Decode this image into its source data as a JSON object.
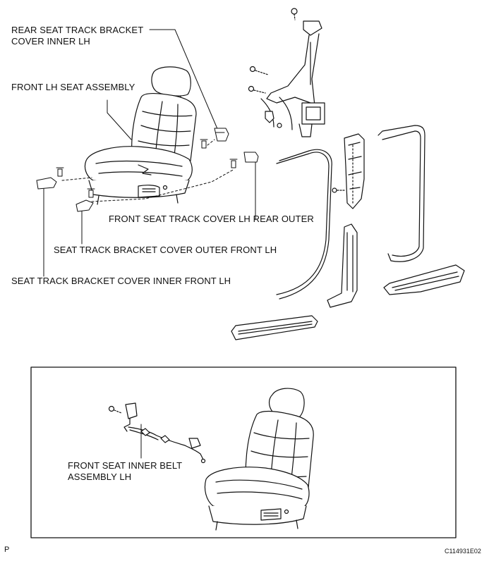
{
  "labels": {
    "rear_seat_track_bracket": [
      "REAR SEAT TRACK BRACKET",
      "COVER INNER LH"
    ],
    "front_lh_seat_assembly": "FRONT LH SEAT ASSEMBLY",
    "front_seat_track_cover": "FRONT SEAT TRACK COVER LH REAR OUTER",
    "seat_track_bracket_outer": "SEAT TRACK BRACKET COVER OUTER FRONT LH",
    "seat_track_bracket_inner": "SEAT TRACK BRACKET COVER INNER FRONT LH",
    "front_seat_inner_belt": [
      "FRONT SEAT INNER BELT",
      "ASSEMBLY LH"
    ]
  },
  "footer": {
    "page_marker": "P",
    "figure_code": "C114931E02"
  }
}
